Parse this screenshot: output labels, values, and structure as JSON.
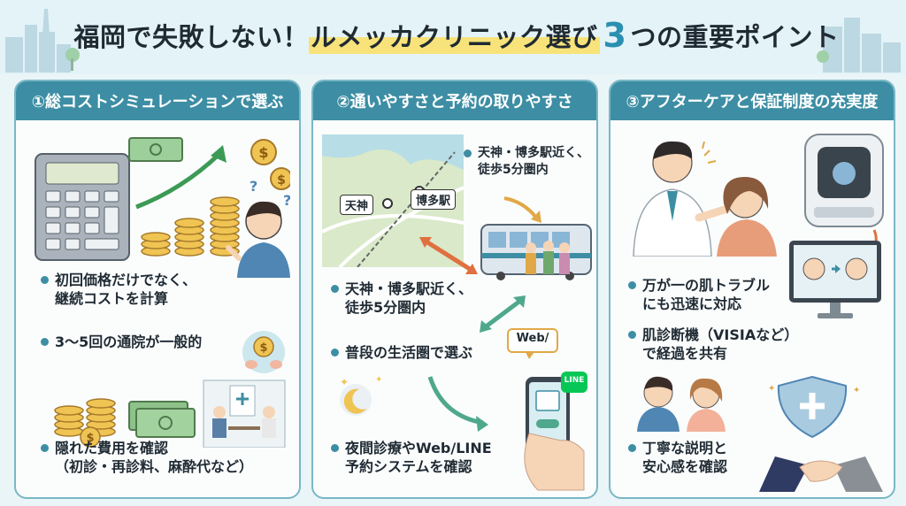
{
  "title": {
    "part1": "福岡で失敗しない！",
    "highlight": "ルメッカクリニック選び",
    "number": "3",
    "part2": "つの重要ポイント"
  },
  "cards": [
    {
      "heading": "①総コストシミュレーションで選ぶ",
      "bullets": [
        {
          "lines": [
            "初回価格だけでなく、",
            "継続コストを計算"
          ]
        },
        {
          "lines": [
            "3〜5回の通院が一般的"
          ]
        },
        {
          "lines": [
            "隠れた費用を確認",
            "（初診・再診料、麻酔代など）"
          ]
        }
      ]
    },
    {
      "heading": "②通いやすさと予約の取りやすさ",
      "map_labels": {
        "tenjin": "天神",
        "hakata": "博多駅"
      },
      "map_caption": [
        "天神・博多駅近く、",
        "徒歩5分圏内"
      ],
      "bullets": [
        {
          "lines": [
            "天神・博多駅近く、",
            "徒歩5分圏内"
          ]
        },
        {
          "lines": [
            "普段の生活圏で選ぶ"
          ]
        },
        {
          "lines": [
            "夜間診療やWeb/LINE",
            "予約システムを確認"
          ]
        }
      ],
      "phone": {
        "web_label": "Web/",
        "line_label": "LINE"
      }
    },
    {
      "heading": "③アフターケアと保証制度の充実度",
      "bullets": [
        {
          "lines": [
            "万が一の肌トラブル",
            "にも迅速に対応"
          ]
        },
        {
          "lines": [
            "肌診断機（VISIAなど）",
            "で経過を共有"
          ]
        },
        {
          "lines": [
            "丁寧な説明と",
            "安心感を確認"
          ]
        }
      ]
    }
  ],
  "colors": {
    "accent": "#3d8ea4",
    "highlight": "#f7e37a",
    "number": "#2a8fb0"
  }
}
